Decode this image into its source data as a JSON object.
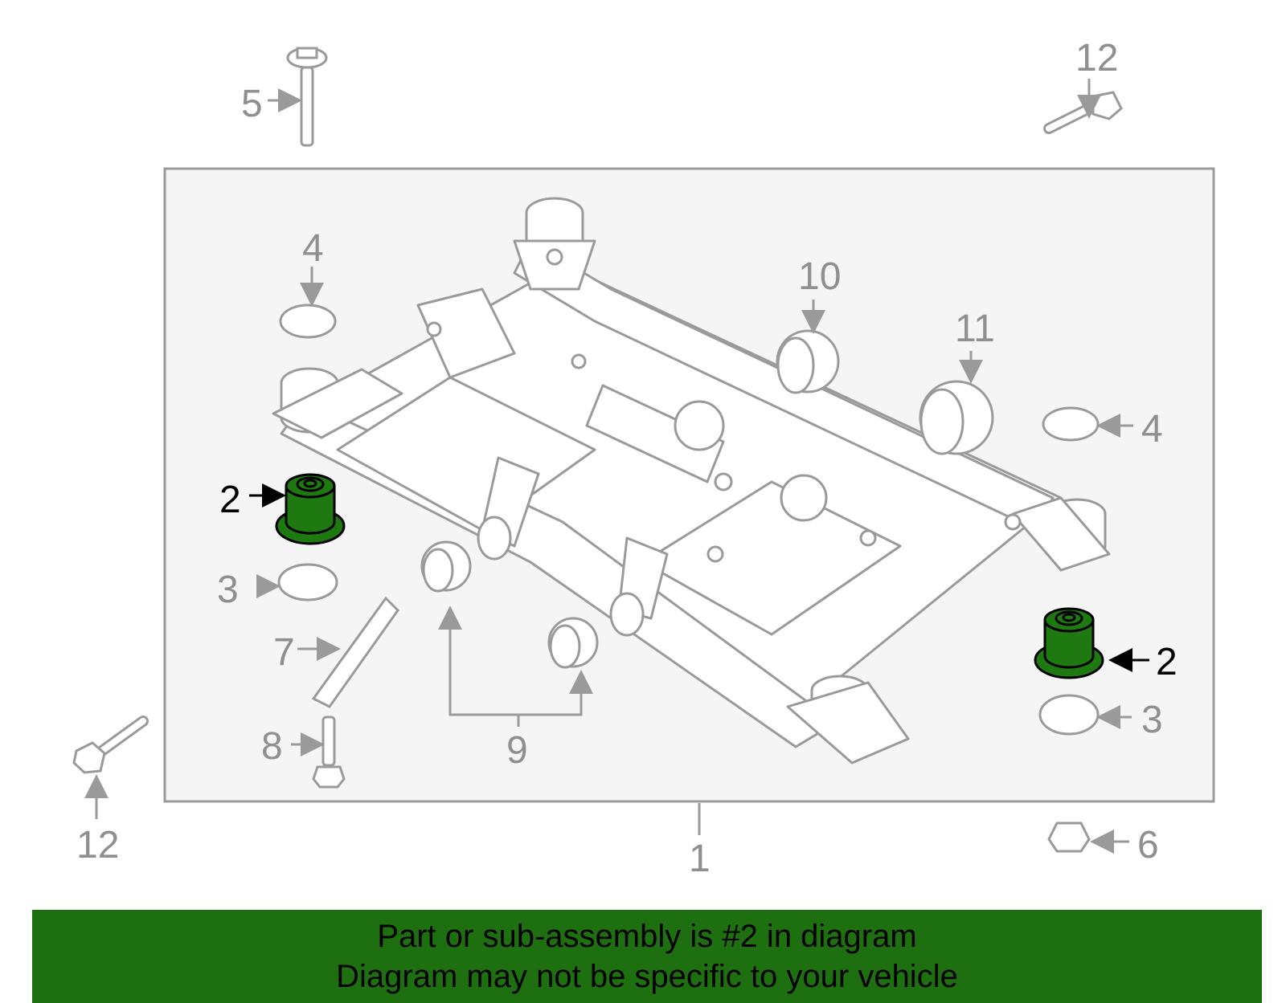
{
  "colors": {
    "line": "#9a9a9a",
    "highlight": "#1e7a10",
    "banner": "#1e6f0f",
    "panel": "#f5f5f5"
  },
  "callouts": {
    "c1": "1",
    "c2_left": "2",
    "c2_right": "2",
    "c3_left": "3",
    "c3_right": "3",
    "c4_top": "4",
    "c4_right": "4",
    "c5": "5",
    "c6": "6",
    "c7": "7",
    "c8": "8",
    "c9": "9",
    "c10": "10",
    "c11": "11",
    "c12_top": "12",
    "c12_bottom": "12"
  },
  "banner": {
    "line1": "Part or sub-assembly is #2 in diagram",
    "line2": "Diagram may not be specific to your vehicle"
  }
}
